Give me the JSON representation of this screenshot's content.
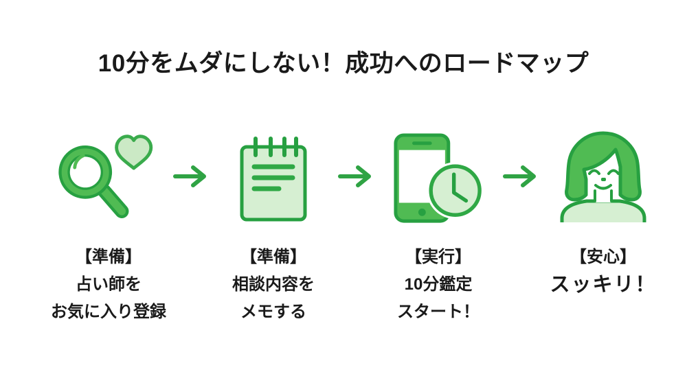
{
  "page": {
    "title": "10分をムダにしない！成功へのロードマップ",
    "background": "#ffffff",
    "text_color": "#1a1a1a"
  },
  "colors": {
    "green_dark": "#27a041",
    "green_mid": "#50bb53",
    "green_light": "#d6efd2",
    "green_heart": "#cbe9c5",
    "arrow_green": "#2fa344"
  },
  "steps": [
    {
      "icon": "magnifier-heart-icon",
      "lines": [
        "【準備】",
        "占い師を",
        "お気に入り登録"
      ]
    },
    {
      "icon": "notepad-icon",
      "lines": [
        "【準備】",
        "相談内容を",
        "メモする"
      ]
    },
    {
      "icon": "phone-clock-icon",
      "lines": [
        "【実行】",
        "10分鑑定",
        "スタート！"
      ]
    },
    {
      "icon": "relieved-woman-icon",
      "lines": [
        "【安心】",
        "スッキリ！"
      ]
    }
  ],
  "arrow": {
    "direction": "right"
  }
}
